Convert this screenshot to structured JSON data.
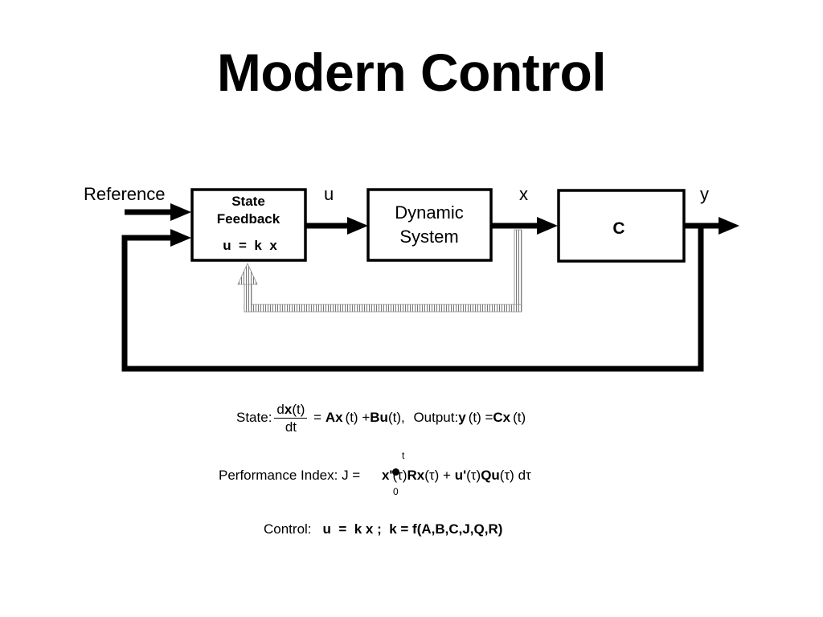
{
  "title": "Modern Control",
  "diagram": {
    "reference_label": "Reference",
    "signal_u": "u",
    "signal_x": "x",
    "signal_y": "y",
    "state_feedback_block": {
      "line1": "State",
      "line2": "Feedback",
      "law": "u  =  k  x"
    },
    "dynamic_system_block": {
      "line1": "Dynamic",
      "line2": "System"
    },
    "output_block": {
      "label": "C"
    }
  },
  "equations": {
    "state": {
      "label": "State:",
      "num_d": "d",
      "num_x": "x",
      "num_t": "(t)",
      "den": "dt",
      "eq": "=",
      "A": "Ax",
      "t1": "(t)",
      "plus": "+",
      "B": "Bu",
      "t2": "(t),",
      "output_label": "Output:",
      "y": "y",
      "t3": "(t)",
      "eq2": "=",
      "C": "Cx",
      "t4": "(t)"
    },
    "performance": {
      "label": "Performance Index: J =",
      "upper_limit": "t",
      "lower_limit": "0",
      "x1": "x'",
      "tau1": "(τ)",
      "R": "Rx",
      "tau2": "(τ)",
      "plus": "+",
      "u1": "u'",
      "tau3": "(τ)",
      "Q": "Qu",
      "tau4": "(τ)",
      "dtau": "dτ"
    },
    "control": {
      "label": "Control:",
      "law": "u  =  k x ;  k = f(A,B,C,J,Q,R)"
    }
  }
}
